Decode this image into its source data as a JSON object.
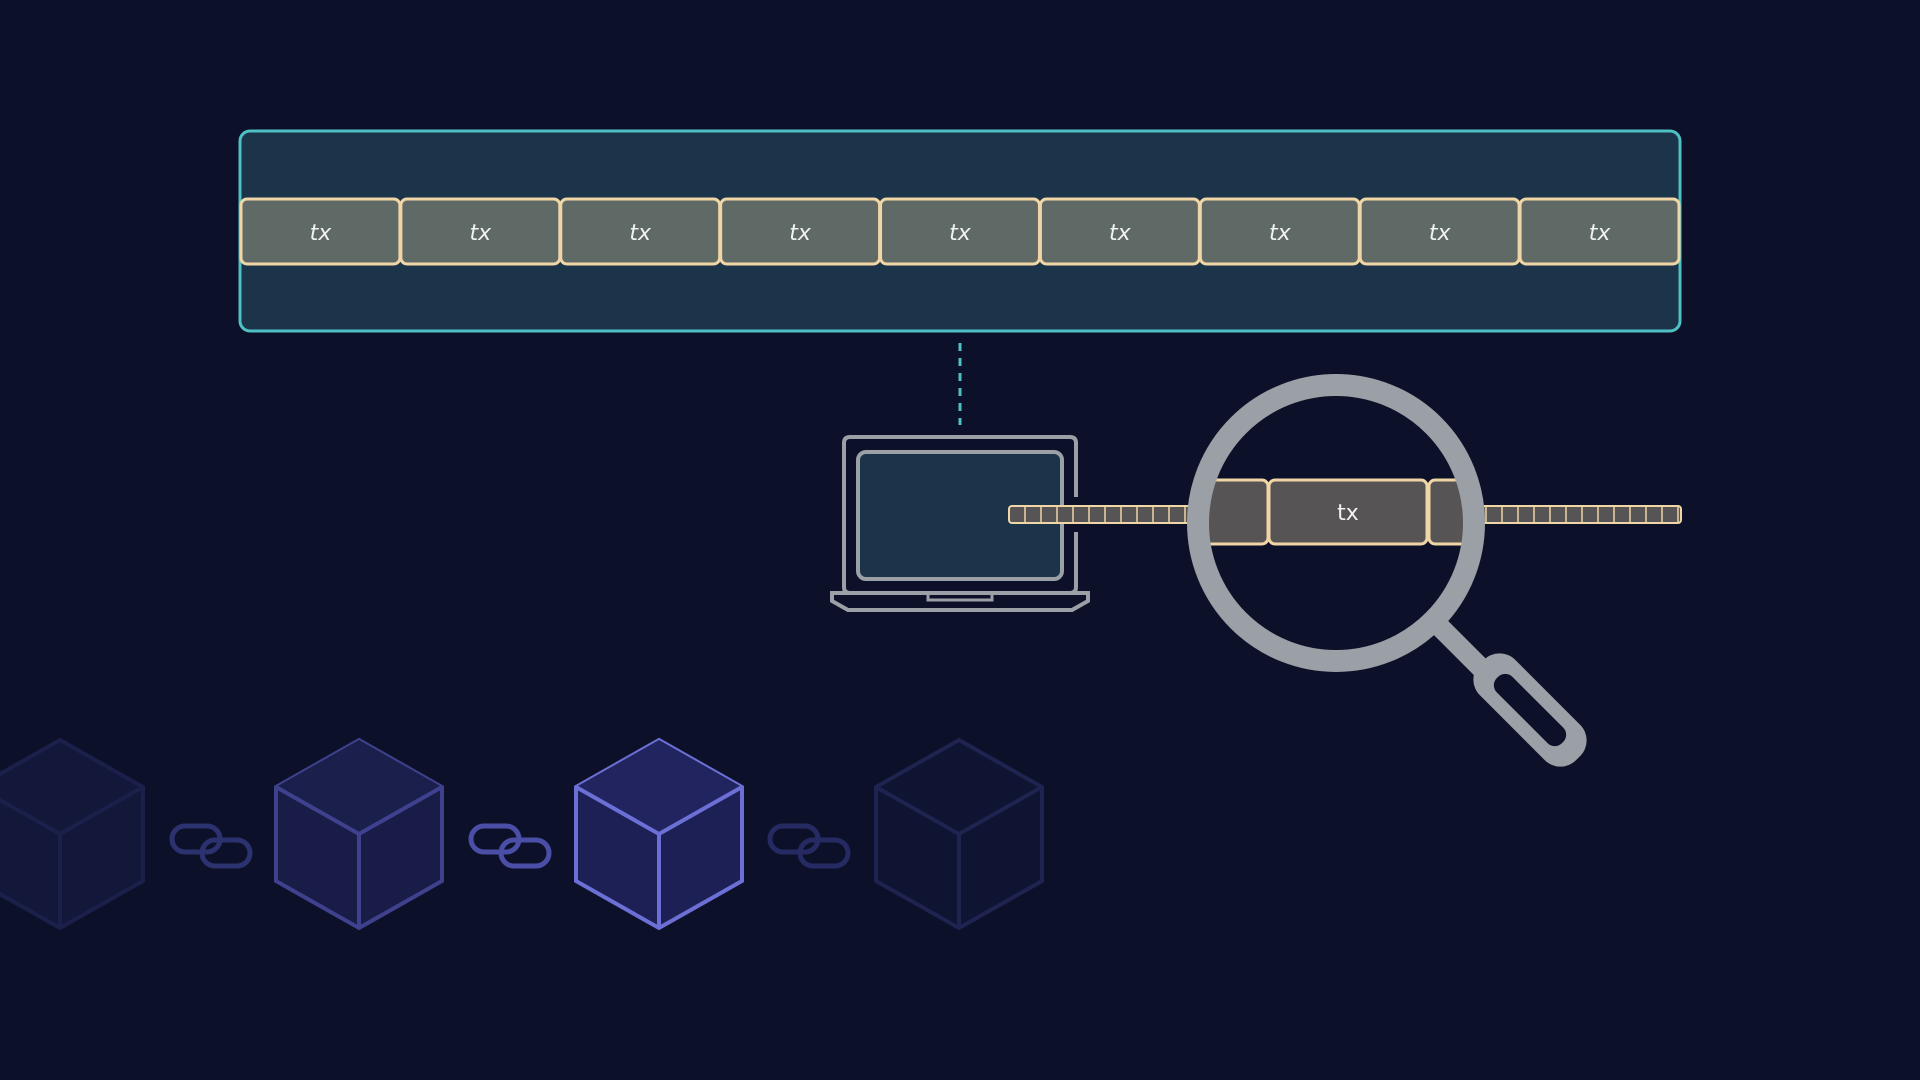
{
  "block_transactions": [
    "tx",
    "tx",
    "tx",
    "tx",
    "tx",
    "tx",
    "tx",
    "tx",
    "tx"
  ],
  "magnified_transaction": "tx",
  "icons": {
    "laptop": "laptop-icon",
    "magnifier": "magnifying-glass-icon",
    "chain_link": "chain-link-icon",
    "block": "cube-icon"
  },
  "colors": {
    "background": "#0c1129",
    "block_fill": "#1b344a",
    "block_border": "#4fc0c4",
    "tx_fill": "#5f6966",
    "tx_border": "#f0d5a5",
    "magnified_tx_fill": "#575455",
    "device_gray": "#9aa0a6",
    "cube_active": "#6c70d6",
    "cube_mid": "#3f418e",
    "cube_faded": "#1e2350"
  }
}
